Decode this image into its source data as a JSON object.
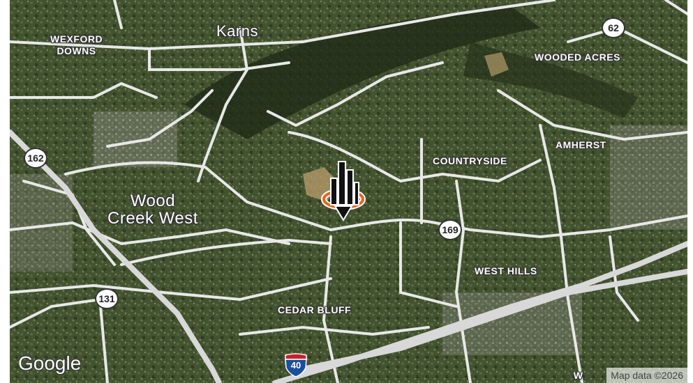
{
  "map": {
    "places": {
      "karns": "Karns",
      "wexford_downs_line1": "WEXFORD",
      "wexford_downs_line2": "DOWNS",
      "wooded_acres": "WOODED ACRES",
      "amherst": "AMHERST",
      "countryside": "COUNTRYSIDE",
      "wood_creek_west_line1": "Wood",
      "wood_creek_west_line2": "Creek West",
      "west_hills": "WEST HILLS",
      "cedar_bluff": "CEDAR BLUFF"
    },
    "route_shields": {
      "r62": "62",
      "r162": "162",
      "r169": "169",
      "r131": "131",
      "i40": "40"
    },
    "cutoff_label": "W",
    "logo": "Google",
    "attribution": "Map data ©2026",
    "marker_icon": "building-pin-icon",
    "colors": {
      "terrain": "#3b4a2c",
      "roads": "#e8e8e8",
      "highway": "#d8d8d8",
      "marker_ring": "#e8641c",
      "interstate_blue": "#1a4f9c",
      "interstate_red": "#c8202e"
    }
  }
}
